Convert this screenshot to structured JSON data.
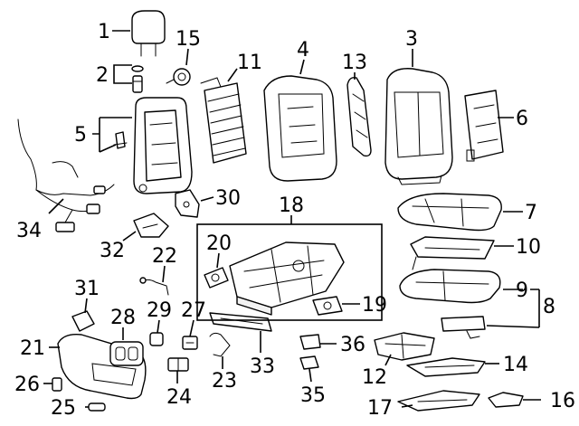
{
  "colors": {
    "line": "#000000",
    "background": "#ffffff",
    "part_fill": "#f2f2f2"
  },
  "callouts": [
    {
      "id": "c1",
      "label": "1"
    },
    {
      "id": "c2",
      "label": "2"
    },
    {
      "id": "c3",
      "label": "3"
    },
    {
      "id": "c4",
      "label": "4"
    },
    {
      "id": "c5",
      "label": "5"
    },
    {
      "id": "c6",
      "label": "6"
    },
    {
      "id": "c7",
      "label": "7"
    },
    {
      "id": "c8",
      "label": "8"
    },
    {
      "id": "c9",
      "label": "9"
    },
    {
      "id": "c10",
      "label": "10"
    },
    {
      "id": "c11",
      "label": "11"
    },
    {
      "id": "c12",
      "label": "12"
    },
    {
      "id": "c13",
      "label": "13"
    },
    {
      "id": "c14",
      "label": "14"
    },
    {
      "id": "c15",
      "label": "15"
    },
    {
      "id": "c16",
      "label": "16"
    },
    {
      "id": "c17",
      "label": "17"
    },
    {
      "id": "c18",
      "label": "18"
    },
    {
      "id": "c19",
      "label": "19"
    },
    {
      "id": "c20",
      "label": "20"
    },
    {
      "id": "c21",
      "label": "21"
    },
    {
      "id": "c22",
      "label": "22"
    },
    {
      "id": "c23",
      "label": "23"
    },
    {
      "id": "c24",
      "label": "24"
    },
    {
      "id": "c25",
      "label": "25"
    },
    {
      "id": "c26",
      "label": "26"
    },
    {
      "id": "c27",
      "label": "27"
    },
    {
      "id": "c28",
      "label": "28"
    },
    {
      "id": "c29",
      "label": "29"
    },
    {
      "id": "c30",
      "label": "30"
    },
    {
      "id": "c31",
      "label": "31"
    },
    {
      "id": "c32",
      "label": "32"
    },
    {
      "id": "c33",
      "label": "33"
    },
    {
      "id": "c34",
      "label": "34"
    },
    {
      "id": "c35",
      "label": "35"
    },
    {
      "id": "c36",
      "label": "36"
    }
  ]
}
